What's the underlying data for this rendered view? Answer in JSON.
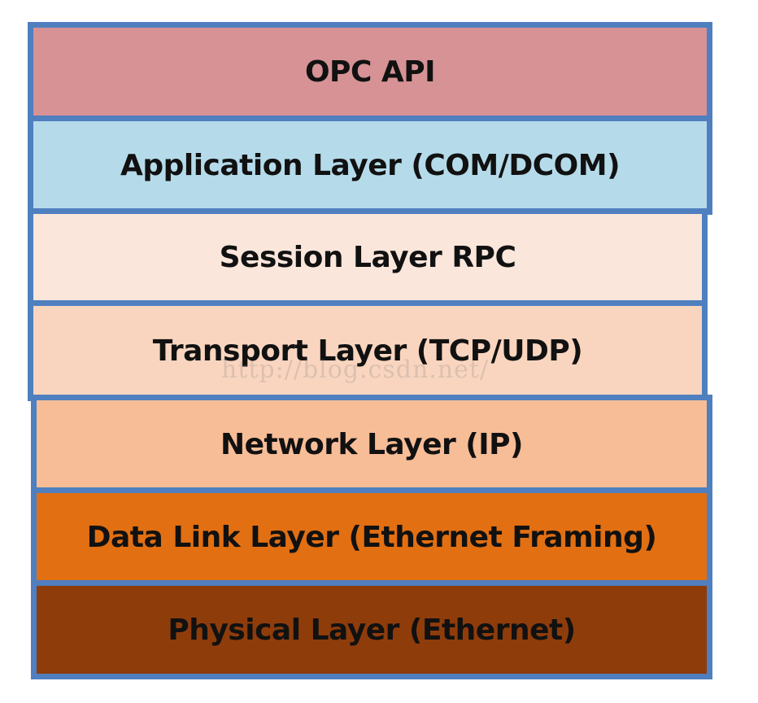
{
  "layers": [
    {
      "label": "OPC API",
      "color": "#d69294"
    },
    {
      "label": "Application Layer (COM/DCOM)",
      "color": "#b5dbea"
    },
    {
      "label": "Session Layer RPC",
      "color": "#fbe6dc"
    },
    {
      "label": "Transport Layer (TCP/UDP)",
      "color": "#f9d5bf"
    },
    {
      "label": "Network Layer (IP)",
      "color": "#f7bd97"
    },
    {
      "label": "Data Link Layer (Ethernet Framing)",
      "color": "#e26f12"
    },
    {
      "label": "Physical Layer (Ethernet)",
      "color": "#8f3c0b"
    }
  ],
  "border_color": "#4f7fbf",
  "watermark": "http://blog.csdn.net/"
}
